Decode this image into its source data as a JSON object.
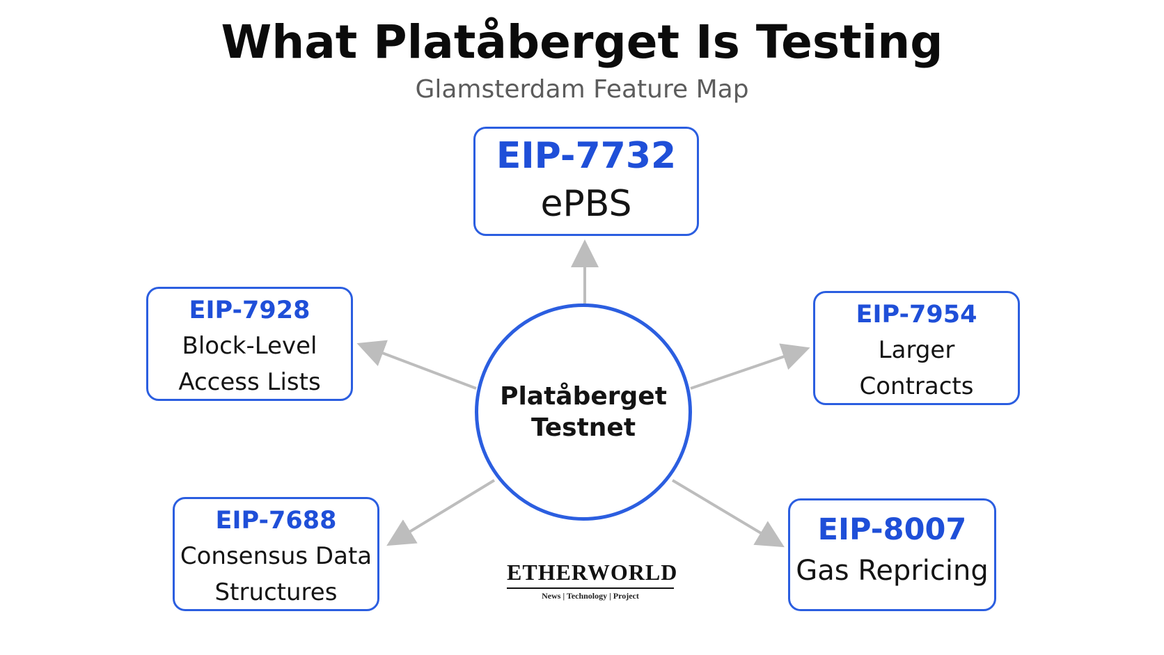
{
  "title": "What Platåberget Is Testing",
  "subtitle": "Glamsterdam Feature Map",
  "center": {
    "line1": "Platåberget",
    "line2": "Testnet"
  },
  "nodes": [
    {
      "eip": "EIP-7732",
      "lines": [
        "ePBS"
      ]
    },
    {
      "eip": "EIP-7928",
      "lines": [
        "Block-Level",
        "Access Lists"
      ]
    },
    {
      "eip": "EIP-7954",
      "lines": [
        "Larger",
        "Contracts"
      ]
    },
    {
      "eip": "EIP-7688",
      "lines": [
        "Consensus Data",
        "Structures"
      ]
    },
    {
      "eip": "EIP-8007",
      "lines": [
        "Gas Repricing"
      ]
    }
  ],
  "logo": {
    "name": "ETHERWORLD",
    "tagline": "News | Technology | Project"
  },
  "colors": {
    "accent": "#2b5ee0",
    "eip_text": "#1f4fd8",
    "arrow": "#bdbdbd"
  }
}
